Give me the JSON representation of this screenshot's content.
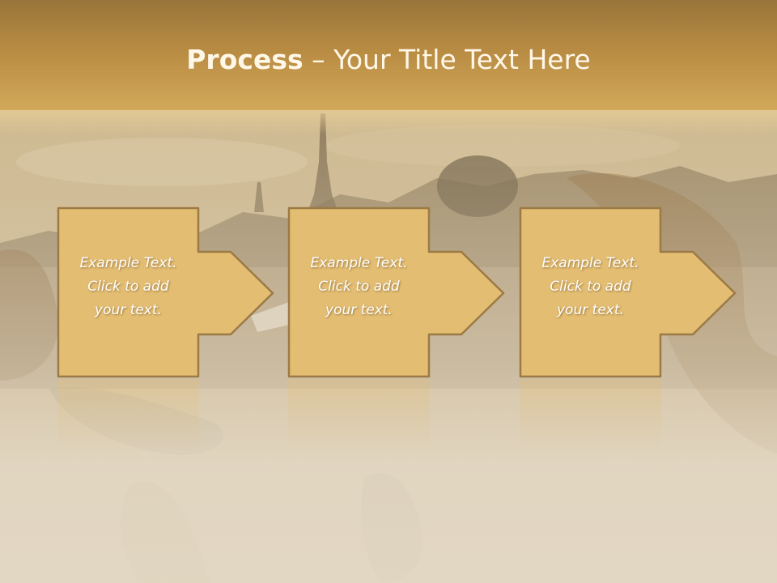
{
  "slide": {
    "title_bold": "Process",
    "title_rest": " – Your Title Text Here"
  },
  "steps": [
    {
      "text": "Example Text.\nClick  to add\nyour text."
    },
    {
      "text": "Example Text.\nClick  to add\nyour text."
    },
    {
      "text": "Example Text.\nClick  to add\nyour text."
    }
  ],
  "colors": {
    "title_band": "#b88b42",
    "box_fill": "#e3bd72",
    "box_border": "#9c7a45",
    "title_text": "#fff7e8"
  }
}
